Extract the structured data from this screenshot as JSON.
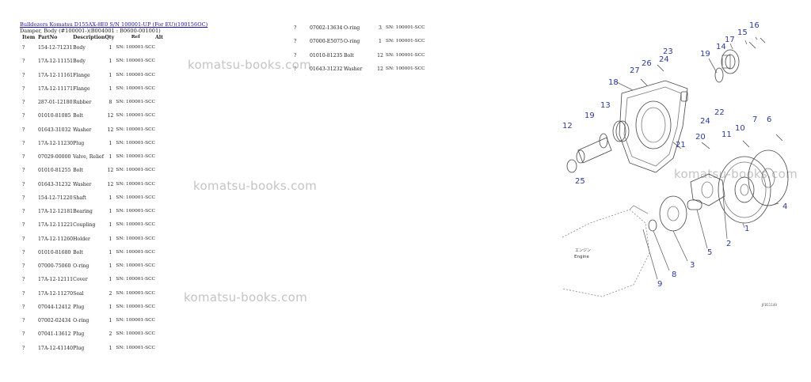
{
  "header": {
    "title_link": "Bulldozers Komatsu D155AX-8E0 S/N 100001-UP (For EU)(100156OC)",
    "subtitle": "Damper, Body (#100001-)(B004001 : B0600-001001)"
  },
  "columns": [
    "Item",
    "PartNo",
    "Description",
    "Qty",
    "Ref",
    "Alt"
  ],
  "left_rows": [
    {
      "item": "?",
      "part": "154-12-71231",
      "desc": "Body",
      "qty": "1",
      "ref": "SN: 100001-SCC"
    },
    {
      "item": "?",
      "part": "17A-12-11151",
      "desc": "Body",
      "qty": "1",
      "ref": "SN: 100001-SCC"
    },
    {
      "item": "?",
      "part": "17A-12-11161",
      "desc": "Flange",
      "qty": "1",
      "ref": "SN: 100001-SCC"
    },
    {
      "item": "?",
      "part": "17A-12-11171",
      "desc": "Flange",
      "qty": "1",
      "ref": "SN: 100001-SCC"
    },
    {
      "item": "?",
      "part": "287-01-12180",
      "desc": "Rubber",
      "qty": "8",
      "ref": "SN: 100001-SCC"
    },
    {
      "item": "?",
      "part": "01010-81085",
      "desc": "Bolt",
      "qty": "12",
      "ref": "SN: 100001-SCC"
    },
    {
      "item": "?",
      "part": "01643-31032",
      "desc": "Washer",
      "qty": "12",
      "ref": "SN: 100001-SCC"
    },
    {
      "item": "?",
      "part": "17A-12-11230",
      "desc": "Plug",
      "qty": "1",
      "ref": "SN: 100001-SCC"
    },
    {
      "item": "?",
      "part": "07029-00000",
      "desc": "Valve, Relief",
      "qty": "1",
      "ref": "SN: 100001-SCC"
    },
    {
      "item": "?",
      "part": "01010-81255",
      "desc": "Bolt",
      "qty": "12",
      "ref": "SN: 100001-SCC"
    },
    {
      "item": "?",
      "part": "01643-31232",
      "desc": "Washer",
      "qty": "12",
      "ref": "SN: 100001-SCC"
    },
    {
      "item": "?",
      "part": "154-12-71220",
      "desc": "Shaft",
      "qty": "1",
      "ref": "SN: 100001-SCC"
    },
    {
      "item": "?",
      "part": "17A-12-12181",
      "desc": "Bearing",
      "qty": "1",
      "ref": "SN: 100001-SCC"
    },
    {
      "item": "?",
      "part": "17A-12-11221",
      "desc": "Coupling",
      "qty": "1",
      "ref": "SN: 100001-SCC"
    },
    {
      "item": "?",
      "part": "17A-12-11260",
      "desc": "Holder",
      "qty": "1",
      "ref": "SN: 100001-SCC"
    },
    {
      "item": "?",
      "part": "01010-81680",
      "desc": "Bolt",
      "qty": "1",
      "ref": "SN: 100001-SCC"
    },
    {
      "item": "?",
      "part": "07000-75060",
      "desc": "O-ring",
      "qty": "1",
      "ref": "SN: 100001-SCC"
    },
    {
      "item": "?",
      "part": "17A-12-12111",
      "desc": "Cover",
      "qty": "1",
      "ref": "SN: 100001-SCC"
    },
    {
      "item": "?",
      "part": "17A-12-11270",
      "desc": "Seal",
      "qty": "2",
      "ref": "SN: 100001-SCC"
    },
    {
      "item": "?",
      "part": "07044-12412",
      "desc": "Plug",
      "qty": "1",
      "ref": "SN: 100001-SCC"
    },
    {
      "item": "?",
      "part": "07002-02434",
      "desc": "O-ring",
      "qty": "1",
      "ref": "SN: 100001-SCC"
    },
    {
      "item": "?",
      "part": "07041-13612",
      "desc": "Plug",
      "qty": "2",
      "ref": "SN: 100001-SCC"
    },
    {
      "item": "?",
      "part": "17A-12-41140",
      "desc": "Plug",
      "qty": "1",
      "ref": "SN: 100001-SCC"
    }
  ],
  "right_rows": [
    {
      "item": "?",
      "part": "07002-13634",
      "desc": "O-ring",
      "qty": "3",
      "ref": "SN: 100001-SCC"
    },
    {
      "item": "?",
      "part": "07000-E5075",
      "desc": "O-ring",
      "qty": "1",
      "ref": "SN: 100001-SCC"
    },
    {
      "item": "?",
      "part": "01010-81235",
      "desc": "Bolt",
      "qty": "12",
      "ref": "SN: 100001-SCC"
    },
    {
      "item": "?",
      "part": "01643-31232",
      "desc": "Washer",
      "qty": "12",
      "ref": "SN: 100001-SCC"
    }
  ],
  "watermark_text": "komatsu-books.com",
  "diagram": {
    "callouts": [
      "1",
      "2",
      "3",
      "4",
      "5",
      "6",
      "7",
      "8",
      "9",
      "10",
      "11",
      "12",
      "13",
      "14",
      "15",
      "16",
      "17",
      "18",
      "19",
      "19",
      "20",
      "21",
      "22",
      "23",
      "24",
      "24",
      "25",
      "26",
      "27"
    ],
    "engine_label_jp": "エンジン",
    "engine_label": "Engine",
    "figure_code": "JFB11149"
  },
  "colors": {
    "callout": "#2b3a9a",
    "link": "#1a0dab",
    "watermark": "#c4c4c4"
  }
}
